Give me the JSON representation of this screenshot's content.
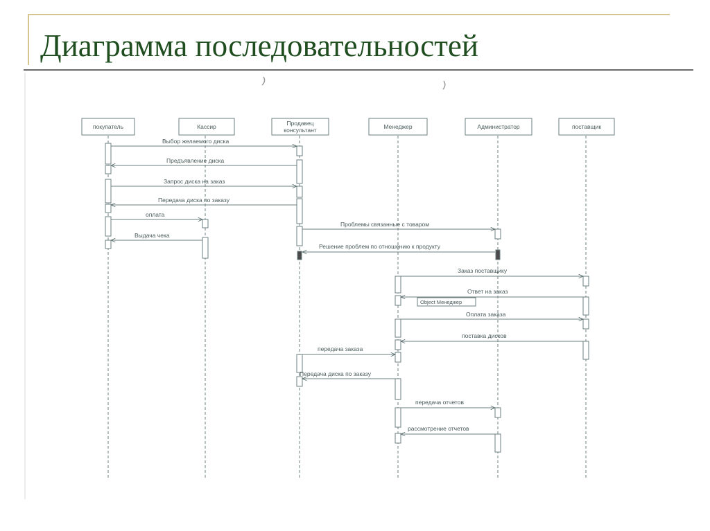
{
  "slide": {
    "title": "Диаграмма последовательностей"
  },
  "diagram": {
    "actors": [
      {
        "id": "buyer",
        "label": "покупатель"
      },
      {
        "id": "cashier",
        "label": "Кассир"
      },
      {
        "id": "seller",
        "label_line1": "Продавец",
        "label_line2": "консультант"
      },
      {
        "id": "manager",
        "label": "Менеджер"
      },
      {
        "id": "admin",
        "label": "Администратор"
      },
      {
        "id": "supplier",
        "label": "поставщик"
      }
    ],
    "messages": [
      {
        "label": "Выбор желаемого диска"
      },
      {
        "label": "Предъявление диска"
      },
      {
        "label": "Запрос диска на заказ"
      },
      {
        "label": "Передача диска по заказу"
      },
      {
        "label": "оплата"
      },
      {
        "label": "Выдача чека"
      },
      {
        "label": "Проблемы связанные с товаром"
      },
      {
        "label": "Решение проблем по отношению к продукту"
      },
      {
        "label": "Заказ поставщику"
      },
      {
        "label": "Ответ на заказ"
      },
      {
        "label": "Оплата заказа"
      },
      {
        "label": "поставка дисков"
      },
      {
        "label": "передача заказа"
      },
      {
        "label": "Передача диска по заказу"
      },
      {
        "label": "передача отчетов"
      },
      {
        "label": "рассмотрение отчетов"
      }
    ],
    "note": {
      "label": "Object Менеджер"
    }
  }
}
